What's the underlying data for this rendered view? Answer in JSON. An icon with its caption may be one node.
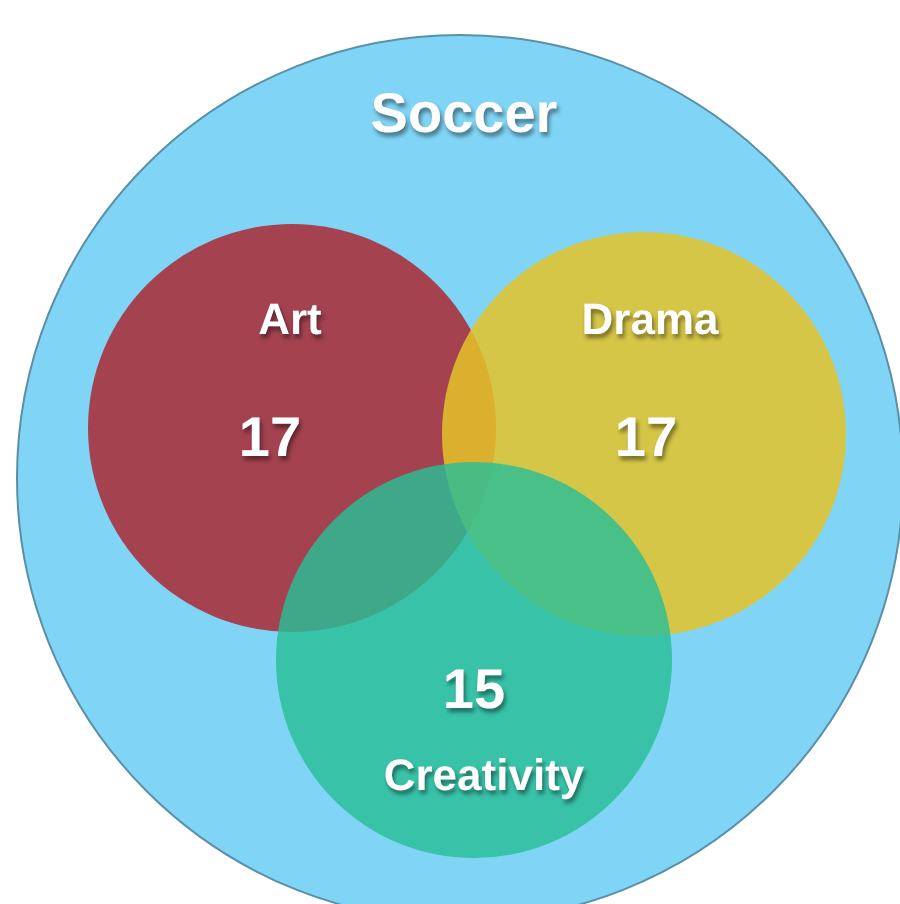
{
  "diagram": {
    "nodes": [
      {
        "text": [
          "Soccer"
        ]
      },
      {
        "text": [
          "Art",
          "17"
        ],
        "in": 0
      },
      {
        "text": [
          "Drama",
          "17"
        ],
        "in": 0
      },
      {
        "text": [
          "15",
          "Creativity"
        ],
        "in": 0
      }
    ]
  }
}
